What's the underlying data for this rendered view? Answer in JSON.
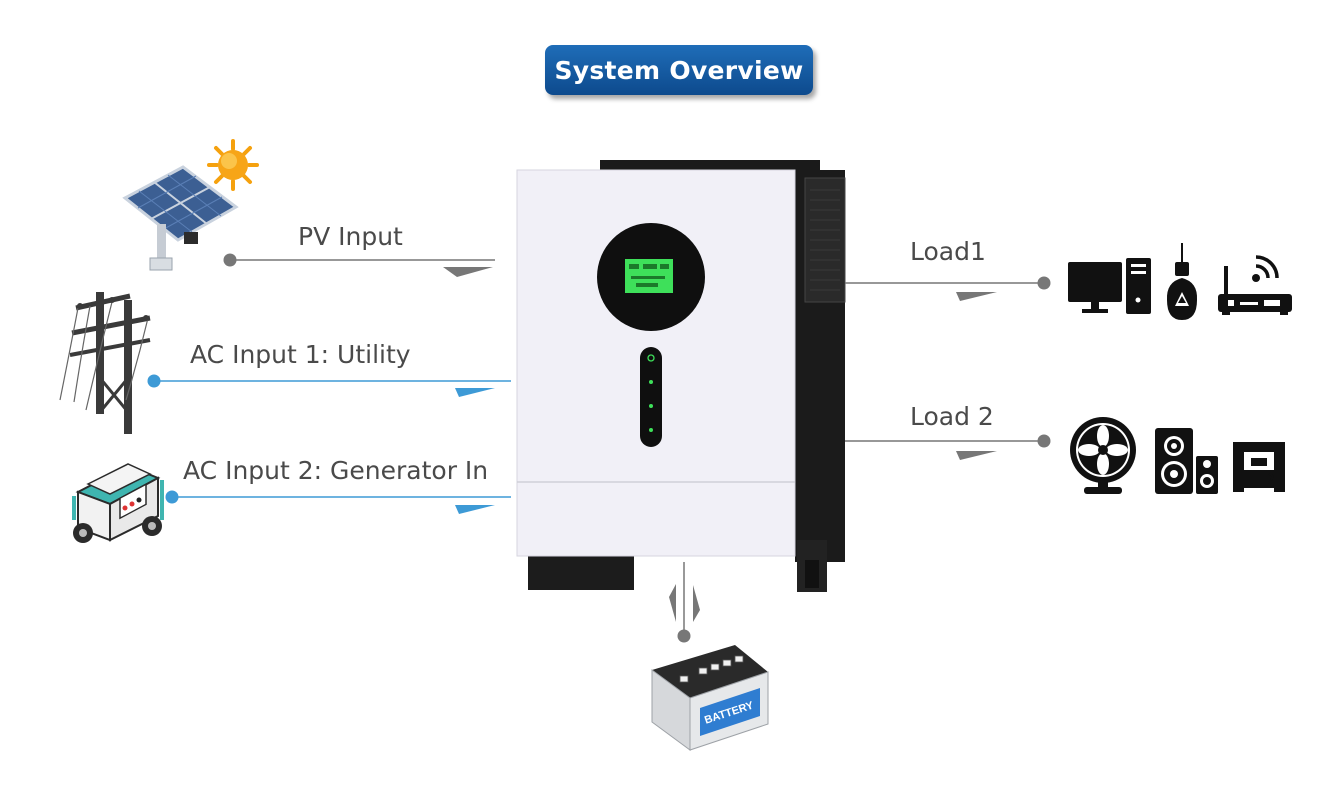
{
  "title": "System Overview",
  "inputs": {
    "pv": "PV Input",
    "utility": "AC Input 1: Utility",
    "generator": "AC Input 2: Generator In"
  },
  "loads": {
    "load1": "Load1",
    "load2": "Load 2"
  },
  "battery_label": "BATTERY",
  "colors": {
    "title_badge": "#1561a8",
    "pv_line": "#777777",
    "ac_line": "#3d9ad6",
    "load_line": "#777777",
    "icons": "#111111",
    "screen": "#3ee05a"
  }
}
